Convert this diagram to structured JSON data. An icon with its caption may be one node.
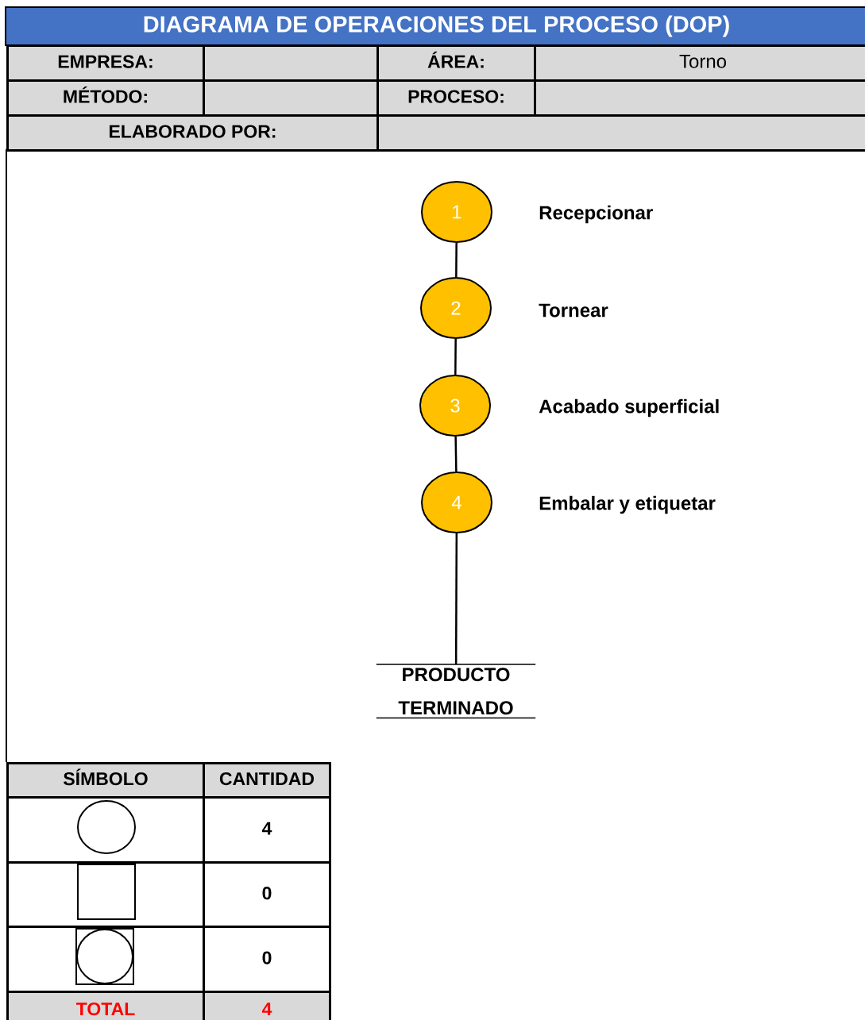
{
  "diagram": {
    "title": "DIAGRAMA DE OPERACIONES DEL PROCESO (DOP)",
    "nodes": [
      {
        "text": [
          "1"
        ],
        "beside": [
          "Recepcionar"
        ]
      },
      {
        "text": [
          "2"
        ],
        "beside": [
          "Tornear"
        ]
      },
      {
        "text": [
          "3"
        ],
        "beside": [
          "Acabado superficial"
        ]
      },
      {
        "text": [
          "4"
        ],
        "beside": [
          "Embalar y etiquetar"
        ]
      },
      {
        "text": [
          "PRODUCTO TERMINADO"
        ]
      }
    ],
    "edges": [
      {
        "from": 0,
        "to": 1,
        "arrow": "none"
      },
      {
        "from": 1,
        "to": 2,
        "arrow": "none"
      },
      {
        "from": 2,
        "to": 3,
        "arrow": "none"
      },
      {
        "from": 3,
        "to": 4,
        "arrow": "none"
      }
    ],
    "labels": [
      "EMPRESA:",
      "ÁREA:",
      "Torno",
      "MÉTODO:",
      "PROCESO:",
      "ELABORADO POR:",
      "SÍMBOLO",
      "CANTIDAD",
      "4",
      "0",
      "0",
      "TOTAL",
      "4"
    ]
  }
}
